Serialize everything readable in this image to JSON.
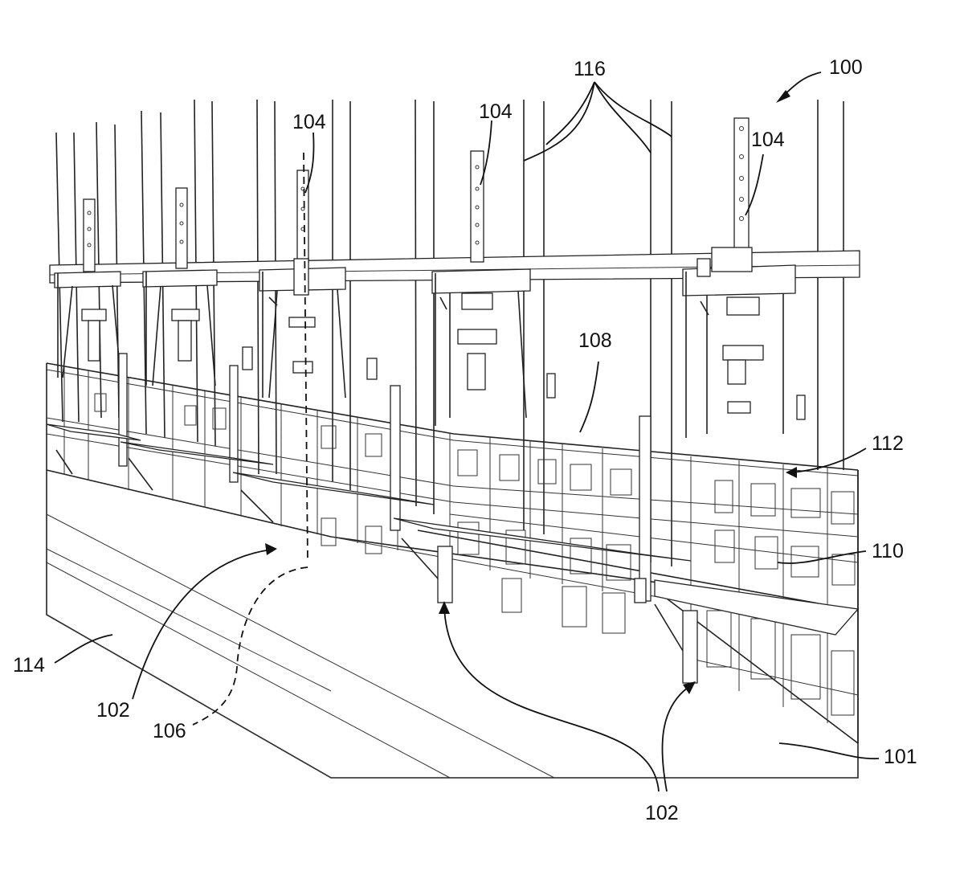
{
  "figure": {
    "reference_labels": {
      "assembly": "100",
      "concrete_base": "101",
      "platform_a": "102",
      "platform_b": "102",
      "anchor_left": "104",
      "anchor_mid": "104",
      "anchor_right": "104",
      "axis": "106",
      "top_edge": "108",
      "form_panel": "110",
      "inner_face": "112",
      "ground": "114",
      "rebar": "116"
    }
  }
}
